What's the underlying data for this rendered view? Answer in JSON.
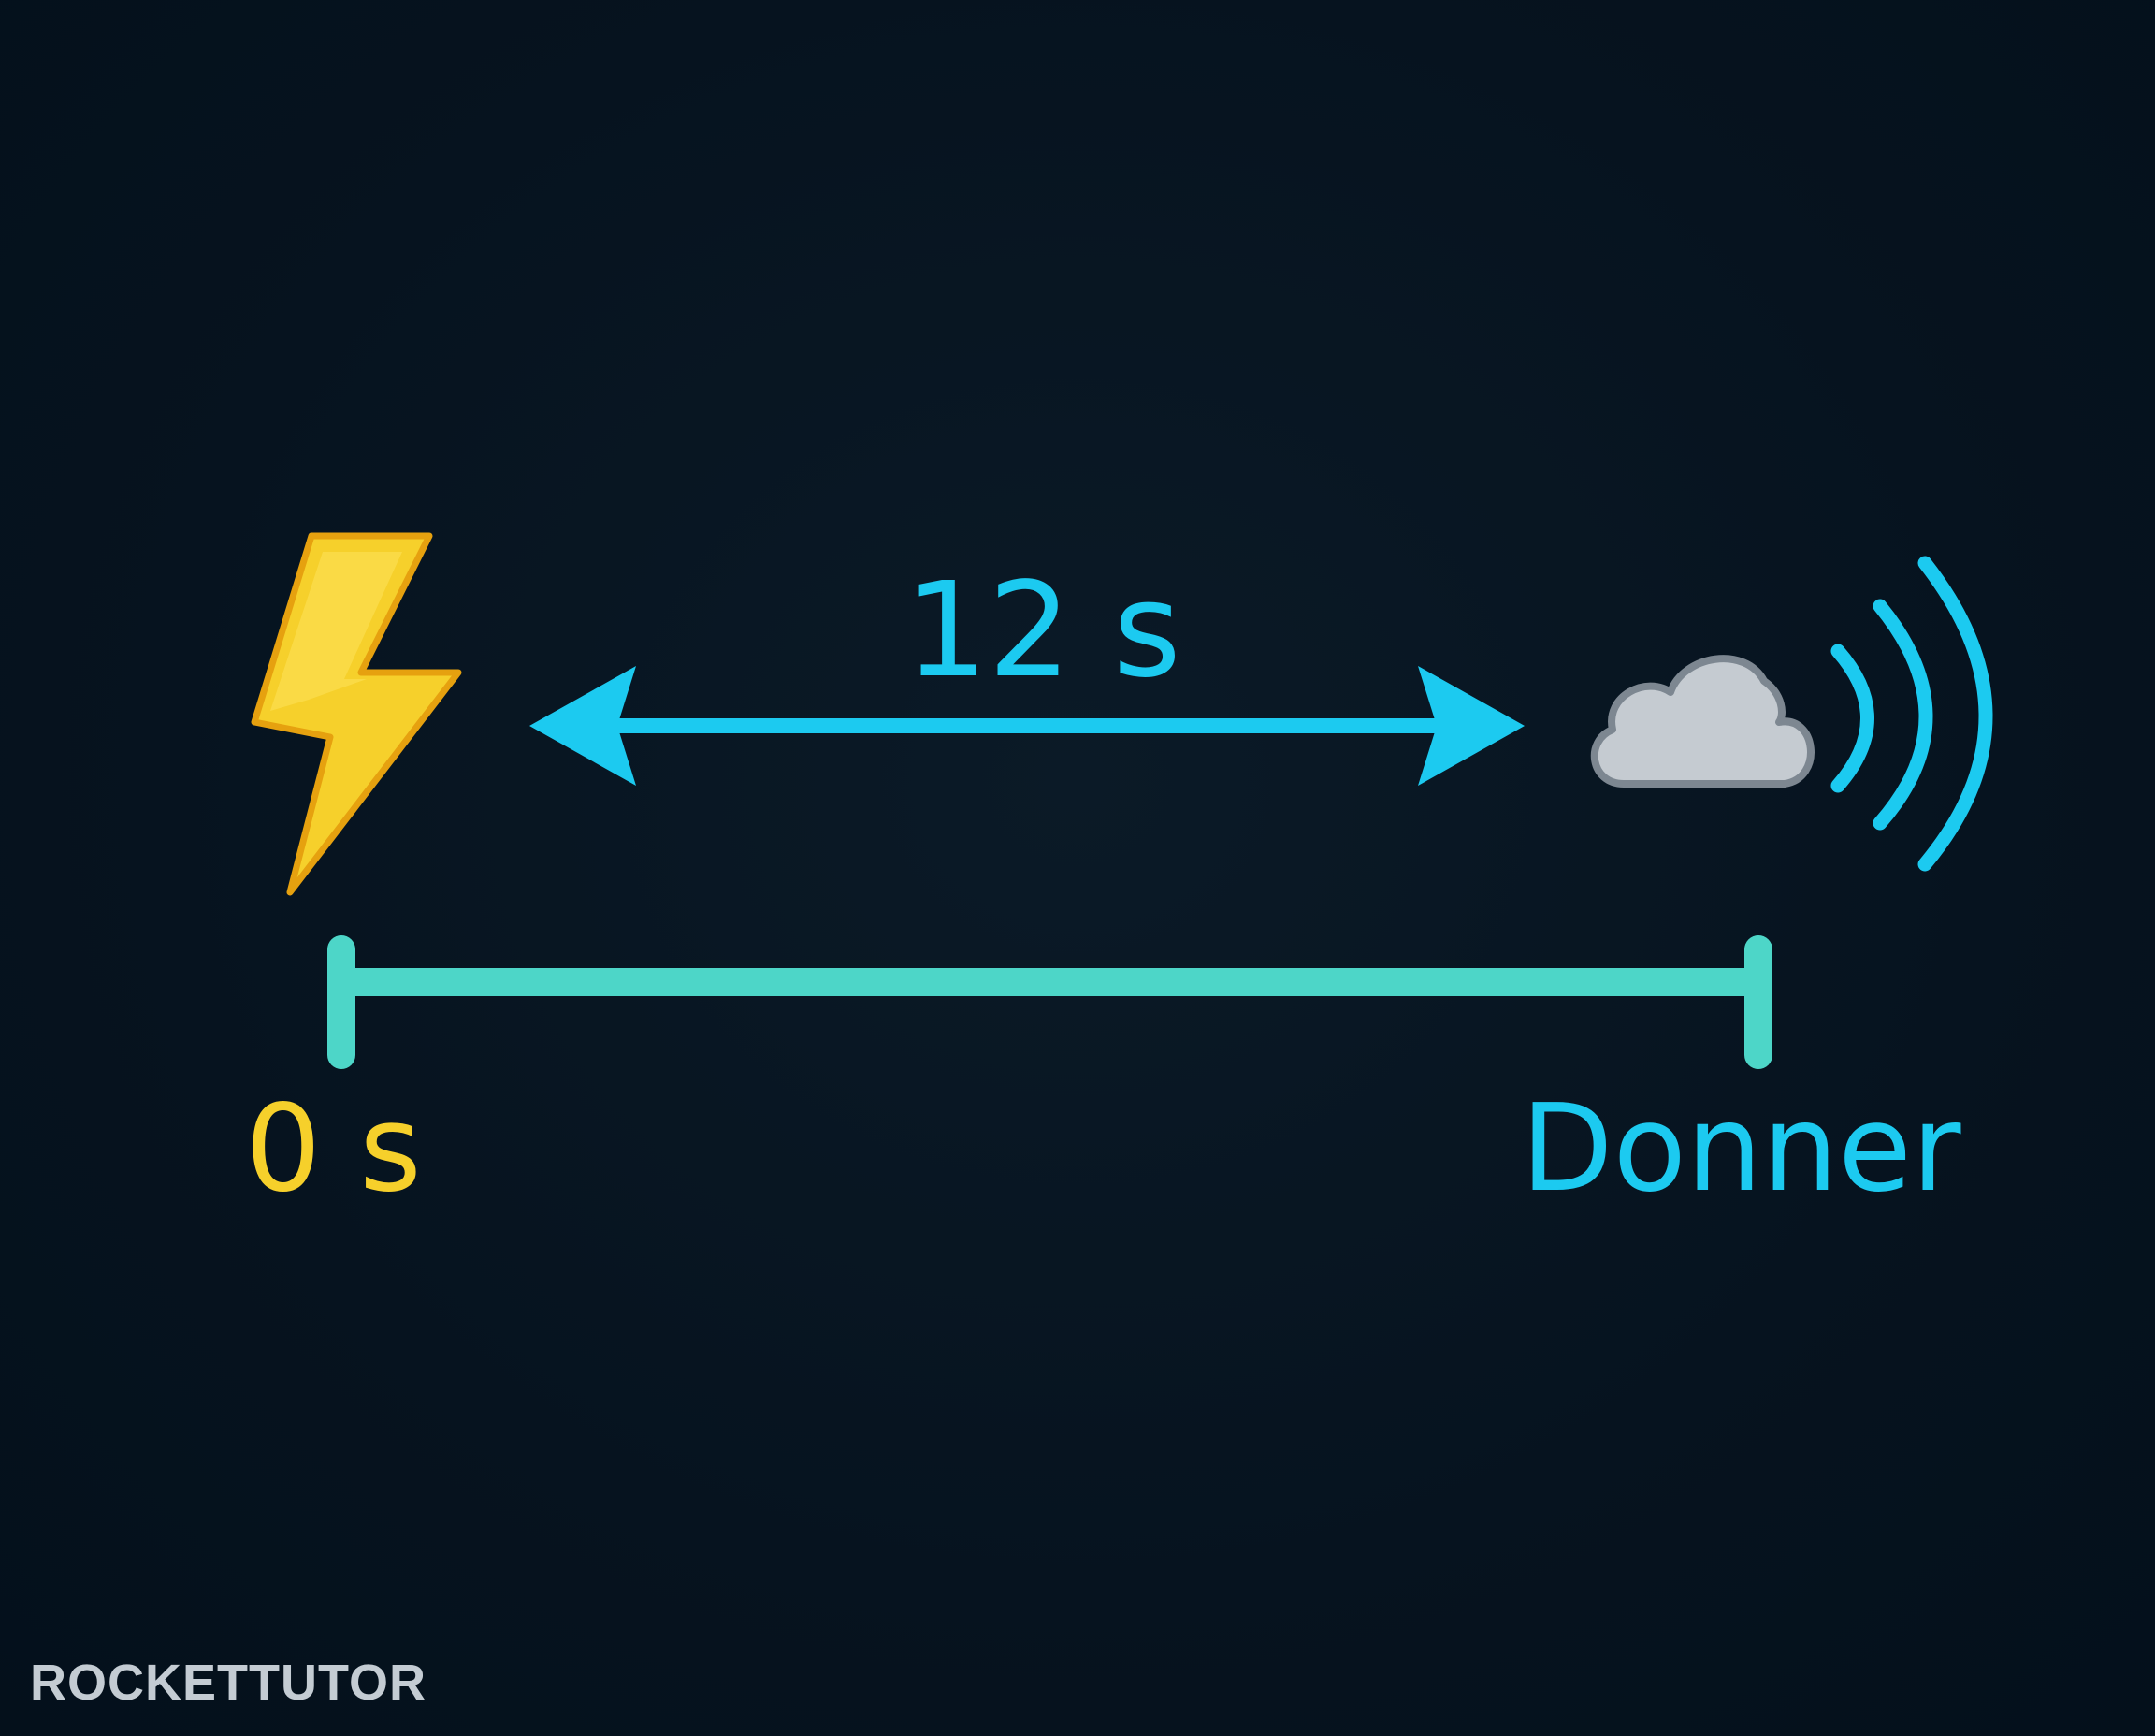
{
  "diagram": {
    "interval_label": "12 s",
    "start_label": "0 s",
    "end_label": "Donner",
    "icons": {
      "start": "lightning-bolt-icon",
      "end": "cloud-icon",
      "sound": "sound-waves-icon"
    },
    "arrow": "double-headed-arrow",
    "timeline": "timeline-bracket"
  },
  "branding": {
    "logo_text": "ROCKETTUTOR"
  },
  "colors": {
    "background": "#06131f",
    "arrow": "#1ccaf0",
    "timeline": "#4dd6c8",
    "bolt": "#f6d02b",
    "bolt_outline": "#e6a10f",
    "cloud": "#c5cbd1",
    "cloud_outline": "#7d8791",
    "start_label": "#f6d02b",
    "end_label": "#1ccaf0",
    "brand": "#c4ccd3"
  }
}
